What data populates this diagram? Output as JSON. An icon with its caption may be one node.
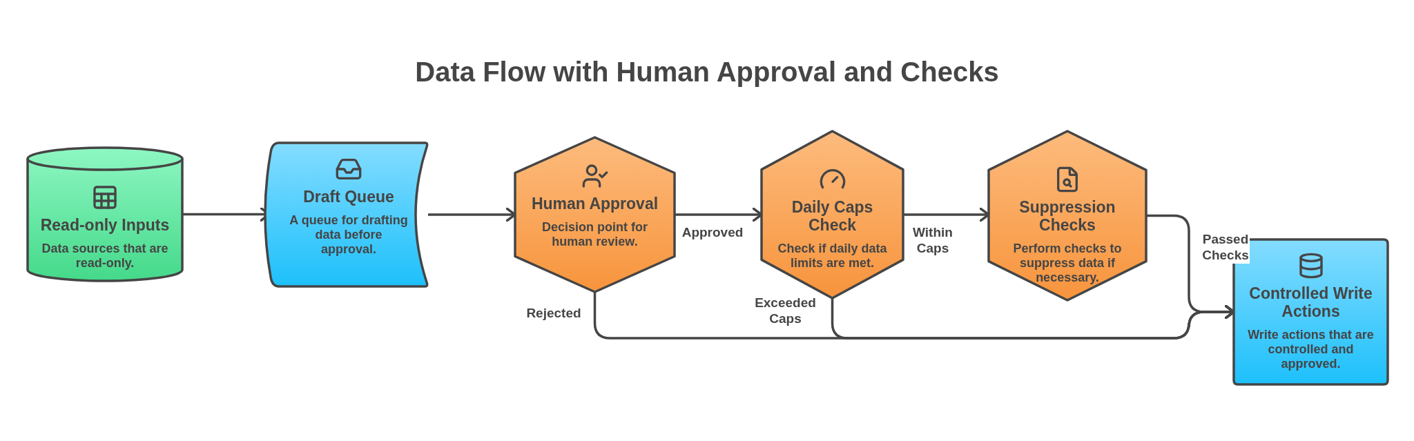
{
  "diagram": {
    "title": "Data Flow with Human Approval and Checks",
    "nodes": [
      {
        "text": [
          "Read-only Inputs",
          "Data sources that are read-only."
        ]
      },
      {
        "text": [
          "Draft Queue",
          "A queue for drafting data before approval."
        ]
      },
      {
        "text": [
          "Human Approval",
          "Decision point for human review."
        ]
      },
      {
        "text": [
          "Daily Caps Check",
          "Check if daily data limits are met."
        ]
      },
      {
        "text": [
          "Suppression Checks",
          "Perform checks to suppress data if necessary."
        ]
      },
      {
        "text": [
          "Controlled Write Actions",
          "Write actions that are controlled and approved."
        ]
      }
    ],
    "edges": [
      {
        "from": 0,
        "to": 1,
        "arrow": "to"
      },
      {
        "from": 1,
        "to": 2,
        "arrow": "to"
      },
      {
        "from": 2,
        "to": 3,
        "arrow": "to",
        "label": "Approved"
      },
      {
        "from": 3,
        "to": 4,
        "arrow": "to",
        "label": "Within Caps"
      },
      {
        "from": 4,
        "to": 5,
        "arrow": "to",
        "label": "Passed Checks"
      },
      {
        "from": 2,
        "to": 5,
        "arrow": "to",
        "label": "Rejected"
      },
      {
        "from": 3,
        "to": 5,
        "arrow": "to",
        "label": "Exceeded Caps"
      }
    ]
  }
}
